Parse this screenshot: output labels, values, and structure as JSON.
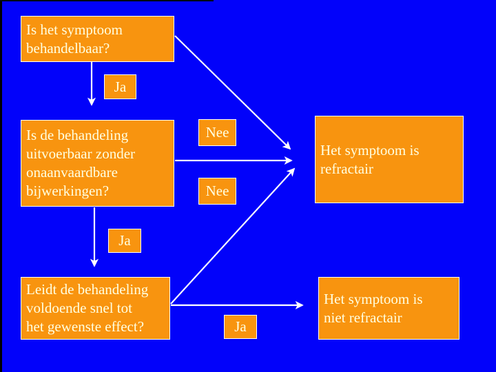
{
  "slide": {
    "type": "presentation-flowchart",
    "background_color": "#0202FA",
    "box_fill_color": "#F8940F",
    "box_border_color": "#FFFFFF",
    "text_color": "#FFFFE0",
    "arrow_color": "#FFFFFF"
  },
  "flowchart": {
    "question_1": "Is het symptoom\nbehandelbaar?",
    "question_2": "Is de behandeling\nuitvoerbaar zonder\nonaanvaardbare\nbijwerkingen?",
    "question_3": "Leidt de behandeling\nvoldoende snel tot\nhet gewenste effect?",
    "outcome_refractory": "Het symptoom is\nrefractair",
    "outcome_not_refractory": "Het symptoom is\nniet refractair",
    "label_ja_1": "Ja",
    "label_ja_2": "Ja",
    "label_ja_3": "Ja",
    "label_nee_1": "Nee",
    "label_nee_2": "Nee"
  }
}
